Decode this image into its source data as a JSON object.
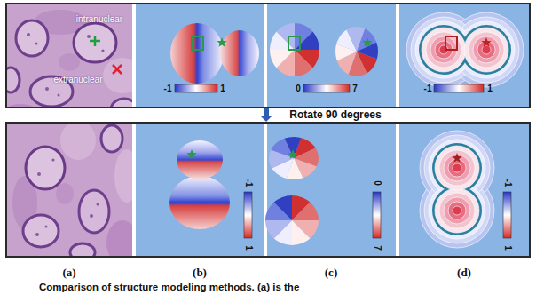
{
  "diagram": {
    "caption": "Comparison of structure modeling methods. (a) is the",
    "nodes": [
      {
        "text": [
          "intranuclear",
          "extranuclear",
          "-1",
          "1",
          "0",
          "7",
          "-1",
          "1"
        ]
      },
      {
        "text": [
          "-1",
          "1",
          "0",
          "7",
          "-1",
          "1"
        ]
      }
    ],
    "edges": [
      {
        "from": 0,
        "to": 1,
        "arrow": "to",
        "label": "Rotate 90 degrees"
      }
    ],
    "labels": [
      "(a)",
      "(b)",
      "(c)",
      "(d)"
    ]
  }
}
